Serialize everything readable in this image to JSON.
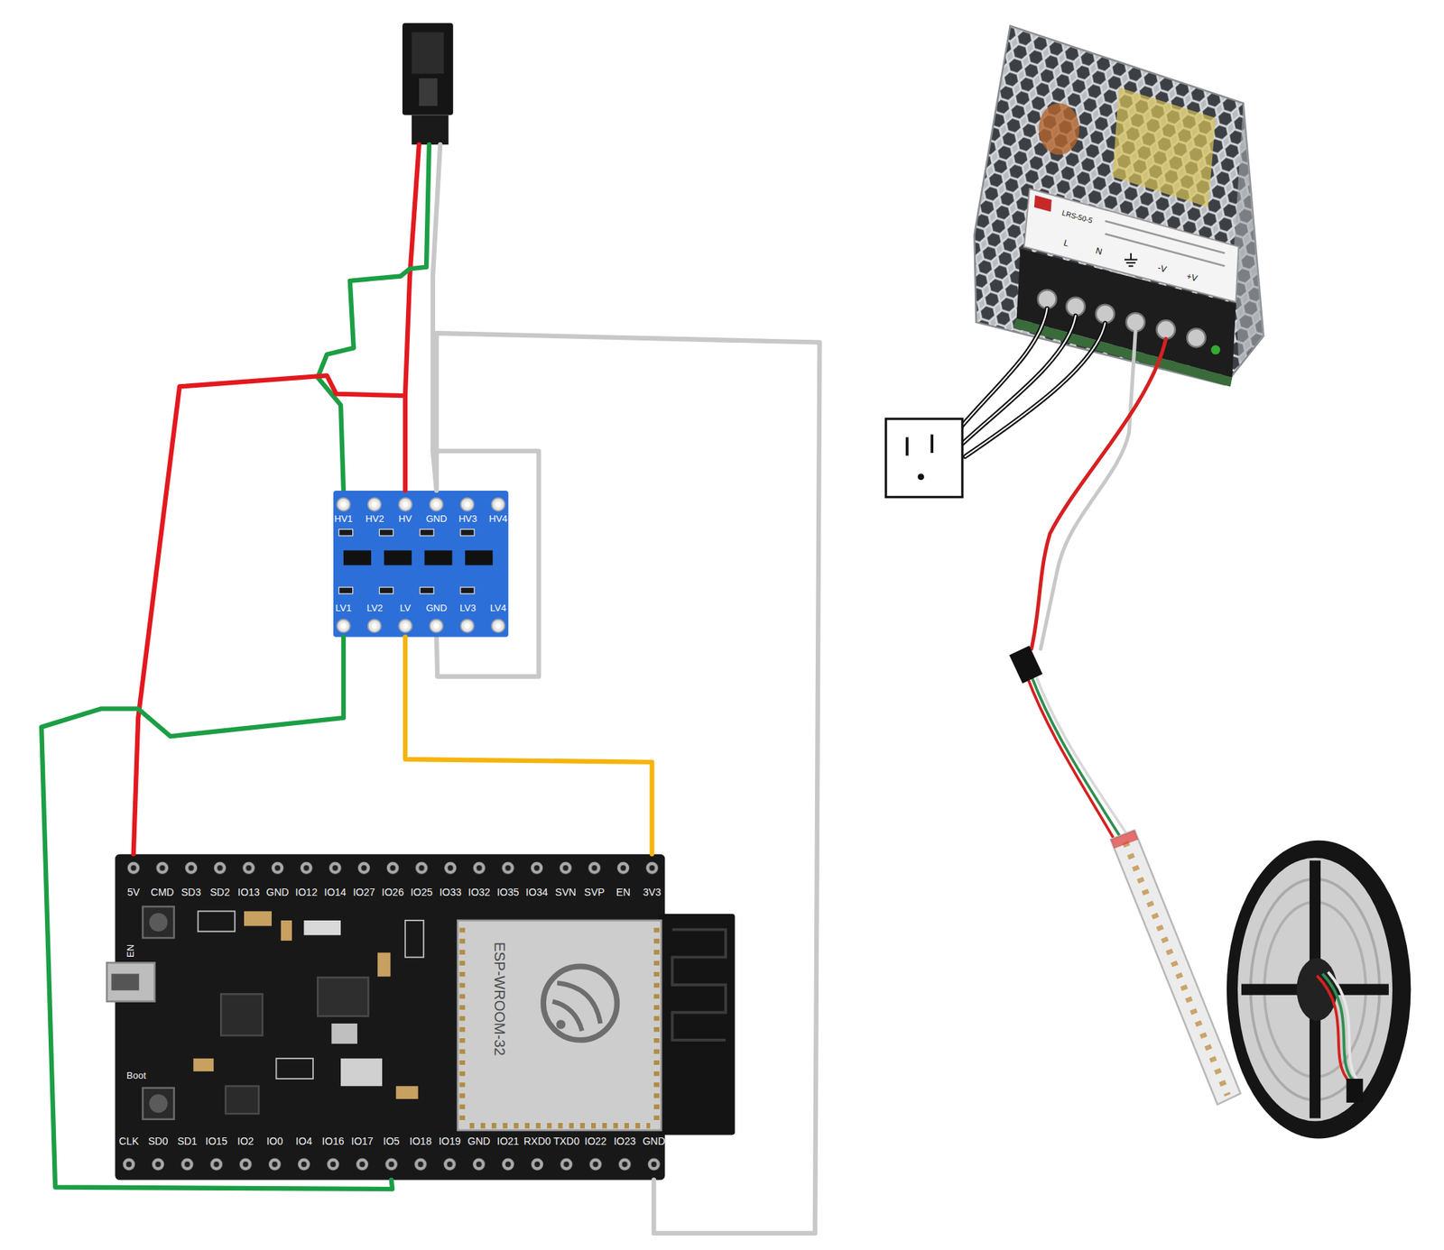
{
  "diagram": {
    "nodes": [
      {
        "text": [
          "HV1",
          "HV2",
          "HV",
          "GND",
          "HV3",
          "HV4",
          "LV1",
          "LV2",
          "LV",
          "GND",
          "LV3",
          "LV4"
        ]
      },
      {
        "text": [
          "5V",
          "CMD",
          "SD3",
          "SD2",
          "IO13",
          "GND",
          "IO12",
          "IO14",
          "IO27",
          "IO26",
          "IO25",
          "IO33",
          "IO32",
          "IO35",
          "IO34",
          "SVN",
          "SVP",
          "EN",
          "3V3",
          "CLK",
          "SD0",
          "SD1",
          "IO15",
          "IO2",
          "IO0",
          "IO4",
          "IO16",
          "IO17",
          "IO5",
          "IO18",
          "IO19",
          "GND",
          "IO21",
          "RXD0",
          "TXD0",
          "IO22",
          "IO23",
          "GND",
          "EN",
          "Boot"
        ]
      },
      {
        "text": [
          "ESP-WROOM-32"
        ],
        "in": 1
      },
      {
        "text": [
          "LRS-50-5",
          "L",
          "N",
          "-V",
          "+V"
        ]
      }
    ],
    "edges": [
      {
        "from": 1,
        "to": 0,
        "arrow": "none"
      },
      {
        "from": 1,
        "to": 0,
        "arrow": "none"
      },
      {
        "from": 1,
        "to": 0,
        "arrow": "none"
      },
      {
        "from": 1,
        "to": 0,
        "arrow": "none"
      }
    ]
  }
}
